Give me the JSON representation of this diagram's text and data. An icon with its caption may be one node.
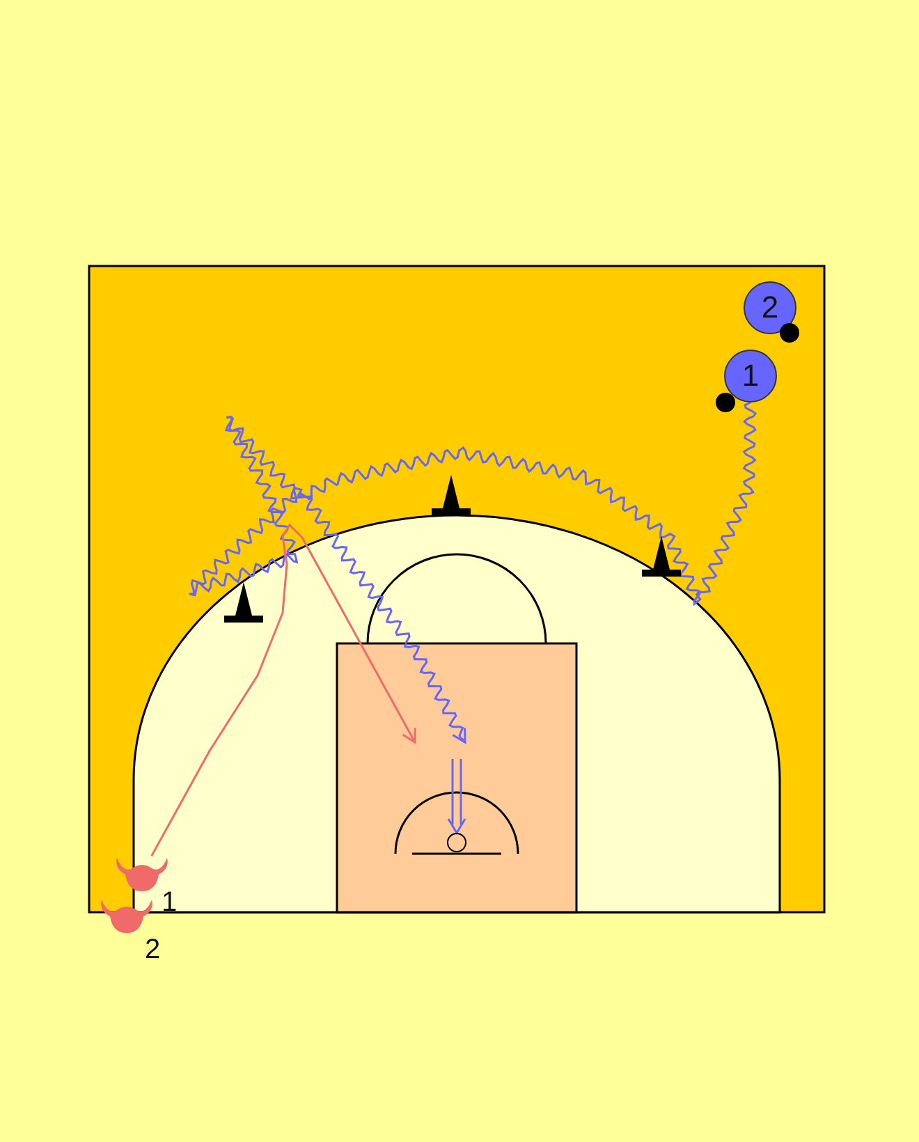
{
  "diagram": {
    "nodes": [
      {
        "text": [
          "2"
        ]
      },
      {
        "text": [
          "1"
        ]
      },
      {
        "text": [],
        "shape": "cone"
      },
      {
        "text": [],
        "shape": "cone"
      },
      {
        "text": [],
        "shape": "cone"
      },
      {
        "text": [],
        "shape": "circle"
      },
      {
        "text": [],
        "shape": "person",
        "beside": [
          "1"
        ]
      },
      {
        "text": [],
        "shape": "person",
        "beside": [
          "2"
        ]
      }
    ],
    "edges": [
      {
        "from": 1,
        "to": null,
        "arrow": "to"
      },
      {
        "from": 6,
        "to": null,
        "arrow": "to",
        "color": "#f06a6a"
      },
      {
        "from": null,
        "to": 5,
        "arrow": "to"
      }
    ]
  }
}
